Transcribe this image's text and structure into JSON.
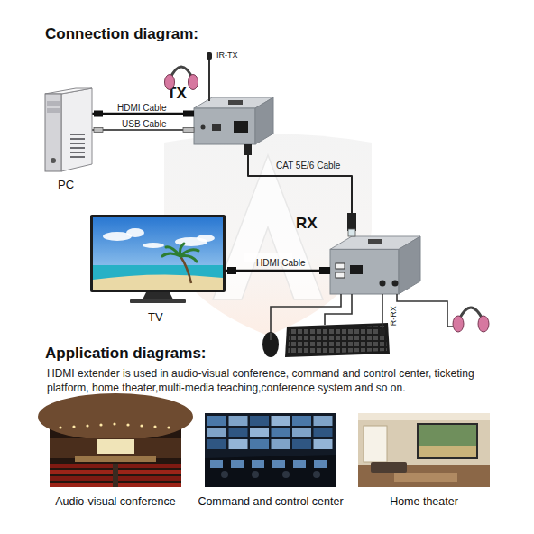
{
  "diagram": {
    "title": "Connection diagram:",
    "nodes": [
      {
        "text": [
          "PC"
        ]
      },
      {
        "text": [
          "TX"
        ]
      },
      {
        "text": [
          "TV"
        ]
      },
      {
        "text": [
          "RX"
        ]
      },
      {
        "text": [
          "Audio-visual conference"
        ]
      },
      {
        "text": [
          "Command and control center"
        ]
      },
      {
        "text": [
          "Home theater"
        ]
      }
    ],
    "edges": [
      {
        "from": 0,
        "to": 1,
        "label": "HDMI Cable",
        "arrow": "none"
      },
      {
        "from": 0,
        "to": 1,
        "label": "USB Cable",
        "arrow": "none"
      },
      {
        "from": 1,
        "to": 3,
        "label": "CAT 5E/6 Cable",
        "arrow": "none"
      },
      {
        "from": 2,
        "to": 3,
        "label": "HDMI Cable",
        "arrow": "none"
      }
    ],
    "labels": [
      "IR-TX",
      "IR-RX",
      "Application diagrams:",
      "HDMI extender is used in audio-visual conference, command and control center, ticketing platform, home theater,multi-media teaching,conference system and so on."
    ]
  }
}
